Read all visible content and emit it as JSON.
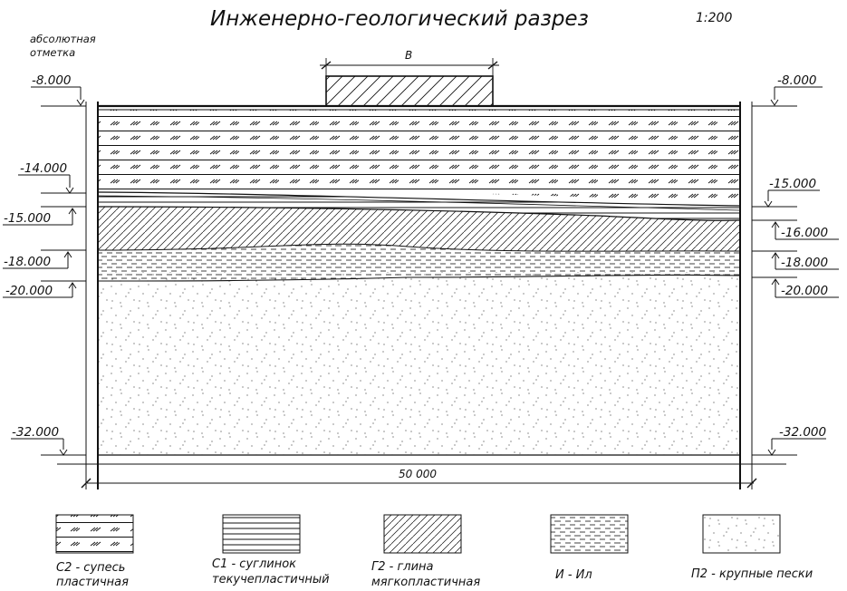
{
  "header": {
    "title": "Инженерно-геологический разрез",
    "scale": "1:200",
    "axis_caption_line1": "абсолютная",
    "axis_caption_line2": "отметка"
  },
  "section": {
    "foundation_width_label": "B",
    "total_length_label": "50 000",
    "left_marks": [
      "-8.000",
      "-14.000",
      "-15.000",
      "-18.000",
      "-20.000",
      "-32.000"
    ],
    "right_marks": [
      "-8.000",
      "-15.000",
      "-16.000",
      "-18.000",
      "-20.000",
      "-32.000"
    ]
  },
  "legend": [
    {
      "pattern": "sandy-loam",
      "line1": "С2 - супесь",
      "line2": "пластичная"
    },
    {
      "pattern": "loam",
      "line1": "С1 - суглинок",
      "line2": "текучепластичный"
    },
    {
      "pattern": "clay",
      "line1": "Г2 - глина",
      "line2": "мягкопластичная"
    },
    {
      "pattern": "silt",
      "line1": "И - Ил",
      "line2": ""
    },
    {
      "pattern": "sand",
      "line1": "П2 - крупные пески",
      "line2": ""
    }
  ]
}
